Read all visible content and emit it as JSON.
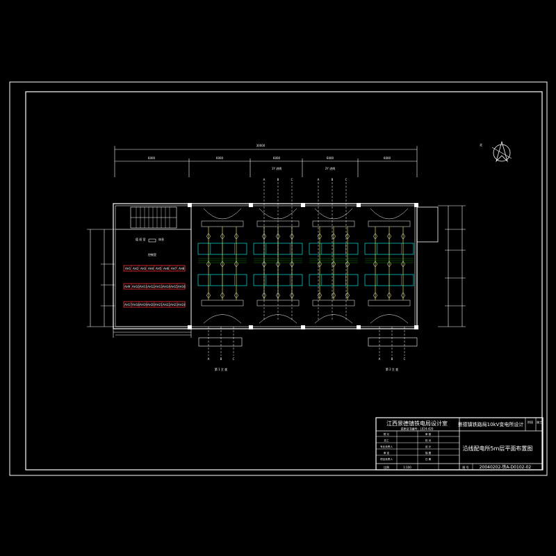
{
  "title_block": {
    "institute": "江西景德镇铁电局设计室",
    "institute_code": "资质证书编号：L024-420",
    "project": "景德镇铁路局10kV变电所设计",
    "sheet_title": "沿线配电所5m层平面布置图",
    "drawing_number": "20040202-铁A-D0102-02",
    "scale_label": "比例",
    "scale": "1:100",
    "sheet_label": "图 号",
    "stage_label": "阶段",
    "stage": "施工",
    "rows": [
      {
        "left": "院 长",
        "right": "审 核"
      },
      {
        "left": "总工",
        "right": "校 对"
      },
      {
        "left": "专业负责人",
        "right": "设 计"
      },
      {
        "left": "审 定",
        "right": "描 图"
      },
      {
        "left": "项目负责人",
        "right": "日 期"
      }
    ]
  },
  "plan": {
    "top_left_room": "值 班 室",
    "room_2": "休息",
    "control_room_label": "控制室",
    "line_1_label": "1Y  进线",
    "line_2_label": "2Y  进线",
    "feeder_1_label": "第 1 主 变",
    "feeder_2_label": "第 2 主 变",
    "phase_letters": [
      "A",
      "B",
      "C"
    ],
    "dim_total": "30000",
    "dim_segments": [
      "6000",
      "6000",
      "6000",
      "6000",
      "6000"
    ],
    "panel_rows": [
      [
        "AH1",
        "AH2",
        "AH3",
        "AH4",
        "AH5",
        "AH6",
        "AH7",
        "AH8"
      ],
      [
        "AH9",
        "AH10",
        "AH11",
        "AH12",
        "AH13",
        "AH14",
        "AH15",
        "AH16"
      ],
      [
        "AH17",
        "AH18",
        "AH19",
        "AH20",
        "AH21",
        "AH22",
        "AH23",
        "AH24"
      ]
    ]
  },
  "colors": {
    "background": "#000000",
    "line_white": "#ffffff",
    "line_cyan": "#00e5e5",
    "line_yellow": "#e5e500",
    "line_red": "#ff3030",
    "line_green": "#20d020"
  },
  "icons": {
    "north_arrow": "north-arrow-icon"
  }
}
